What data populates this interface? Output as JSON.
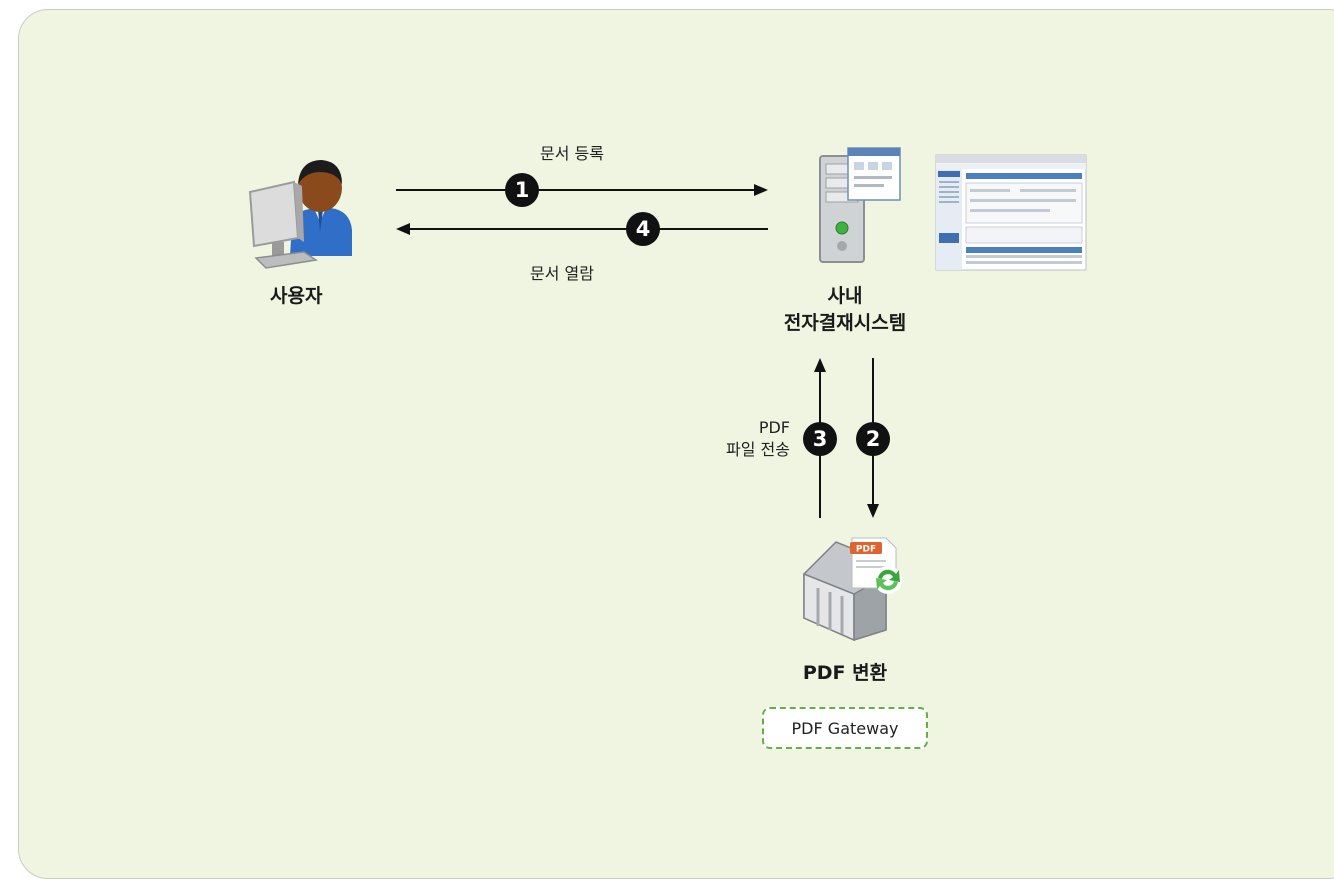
{
  "nodes": {
    "user": {
      "label": "사용자"
    },
    "system": {
      "label_line1": "사내",
      "label_line2": "전자결재시스템"
    },
    "converter": {
      "label": "PDF 변환",
      "gateway_label": "PDF Gateway"
    }
  },
  "flows": {
    "register": {
      "step": "1",
      "label": "문서 등록"
    },
    "view": {
      "step": "4",
      "label": "문서 열람"
    },
    "convert_request": {
      "step": "2"
    },
    "send_pdf": {
      "step": "3",
      "label_line1": "PDF",
      "label_line2": "파일 전송"
    }
  },
  "colors": {
    "panel_bg": "#f0f5e1",
    "gateway_border": "#64b046",
    "arrow": "#111111"
  },
  "icons": {
    "user": "user-at-computer-icon",
    "system_server": "server-tower-icon",
    "system_screenshot": "web-app-screenshot-icon",
    "converter": "pdf-conversion-server-icon"
  }
}
